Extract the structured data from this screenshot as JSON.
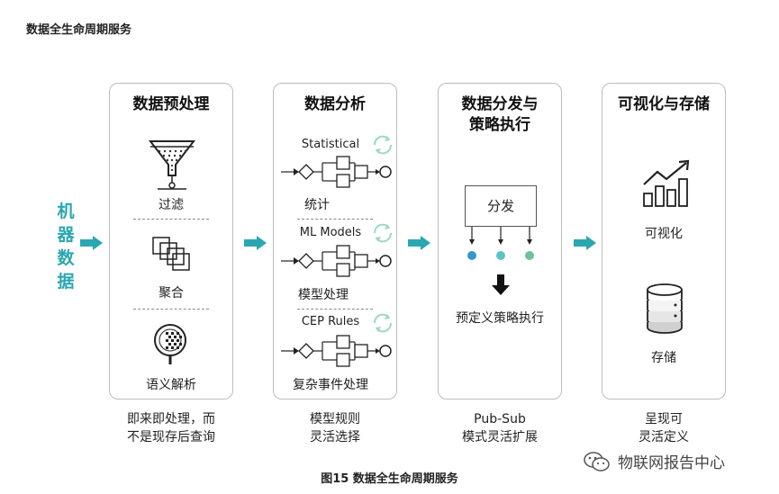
{
  "page_title": "数据全生命周期服务",
  "side_label": [
    "机",
    "器",
    "数",
    "据"
  ],
  "panels": [
    {
      "title": "数据预处理",
      "items": [
        "过滤",
        "聚合",
        "语义解析"
      ],
      "caption": [
        "即来即处理，而",
        "不是现存后查询"
      ]
    },
    {
      "title": "数据分析",
      "items": [
        {
          "name": "Statistical",
          "label": "统计"
        },
        {
          "name": "ML Models",
          "label": "模型处理"
        },
        {
          "name": "CEP Rules",
          "label": "复杂事件处理"
        }
      ],
      "caption": [
        "模型规则",
        "灵活选择"
      ]
    },
    {
      "title": [
        "数据分发与",
        "策略执行"
      ],
      "box_label": "分发",
      "action_label": "预定义策略执行",
      "caption": [
        "Pub-Sub",
        "模式灵活扩展"
      ]
    },
    {
      "title": "可视化与存储",
      "items": [
        "可视化",
        "存储"
      ],
      "caption": [
        "呈现可",
        "灵活定义"
      ]
    }
  ],
  "figure_caption": "图15  数据全生命周期服务",
  "watermark": "物联网报告中心",
  "colors": {
    "accent": "#2aa7b0",
    "dot_blue": "#3399cc",
    "dot_teal": "#5bc4c8",
    "dot_green": "#6cc59a",
    "cycle_icon": "#9fd8c8"
  },
  "icons": [
    "filter-funnel-icon",
    "aggregate-squares-icon",
    "semantic-parse-icon",
    "cycle-icon",
    "bar-chart-trend-icon",
    "database-icon",
    "wechat-icon"
  ]
}
